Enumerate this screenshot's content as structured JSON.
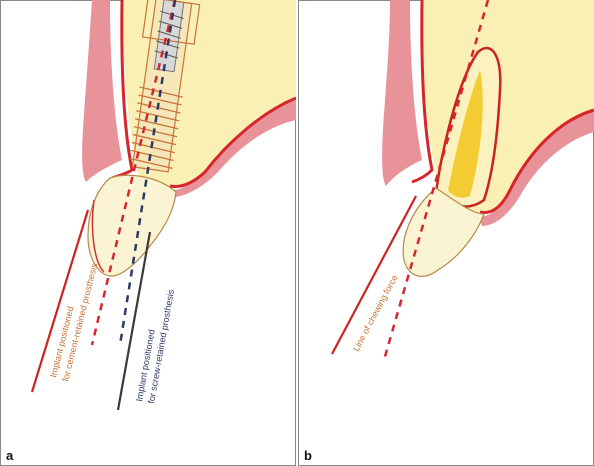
{
  "panels": {
    "a": {
      "label": "a",
      "annotations": {
        "cement_line1": "Implant positioned",
        "cement_line2": "for cement-retained prosthesis",
        "screw_line1": "Implant positioned",
        "screw_line2": "for screw-retained prosthesis"
      }
    },
    "b": {
      "label": "b",
      "annotations": {
        "force": "Line of chewing force"
      }
    }
  },
  "colors": {
    "bone_fill": "#faf0b4",
    "gum": "#e8939a",
    "cortical_red": "#d6262c",
    "implant_orange": "#c8743a",
    "crown_fill": "#fbf4d2",
    "pulp_yellow": "#f2cc32",
    "screw_navy": "#2d3a66",
    "force_dark": "#3a3a3a"
  }
}
